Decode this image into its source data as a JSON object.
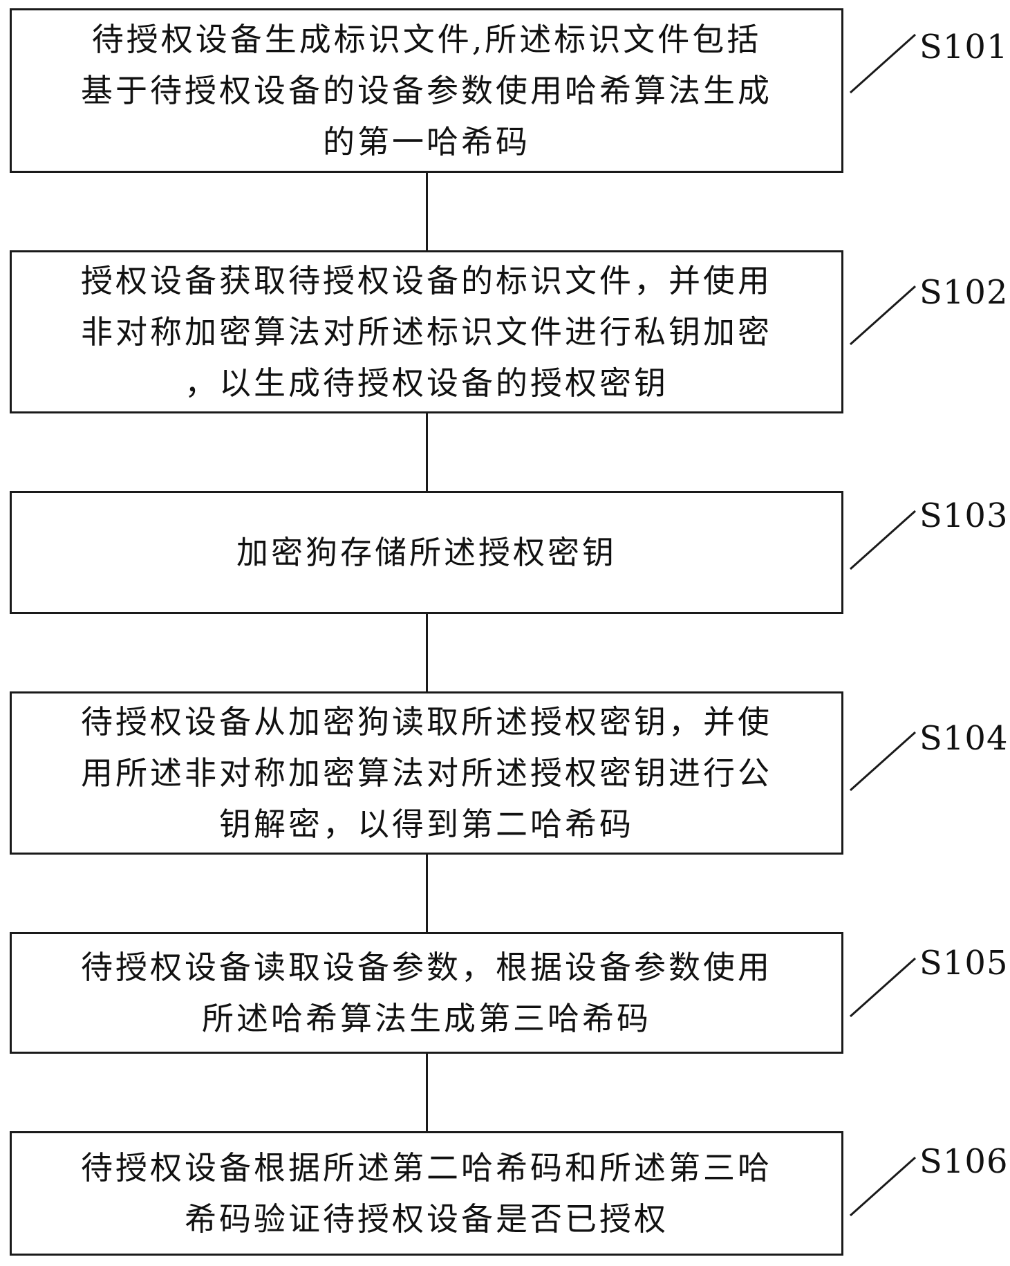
{
  "steps": [
    {
      "id": "S101",
      "text": "待授权设备生成标识文件,所述标识文件包括\n基于待授权设备的设备参数使用哈希算法生成\n的第一哈希码"
    },
    {
      "id": "S102",
      "text": "授权设备获取待授权设备的标识文件，并使用\n非对称加密算法对所述标识文件进行私钥加密\n，以生成待授权设备的授权密钥"
    },
    {
      "id": "S103",
      "text": "加密狗存储所述授权密钥"
    },
    {
      "id": "S104",
      "text": "待授权设备从加密狗读取所述授权密钥，并使\n用所述非对称加密算法对所述授权密钥进行公\n钥解密，以得到第二哈希码"
    },
    {
      "id": "S105",
      "text": "待授权设备读取设备参数，根据设备参数使用\n所述哈希算法生成第三哈希码"
    },
    {
      "id": "S106",
      "text": "待授权设备根据所述第二哈希码和所述第三哈\n希码验证待授权设备是否已授权"
    }
  ]
}
